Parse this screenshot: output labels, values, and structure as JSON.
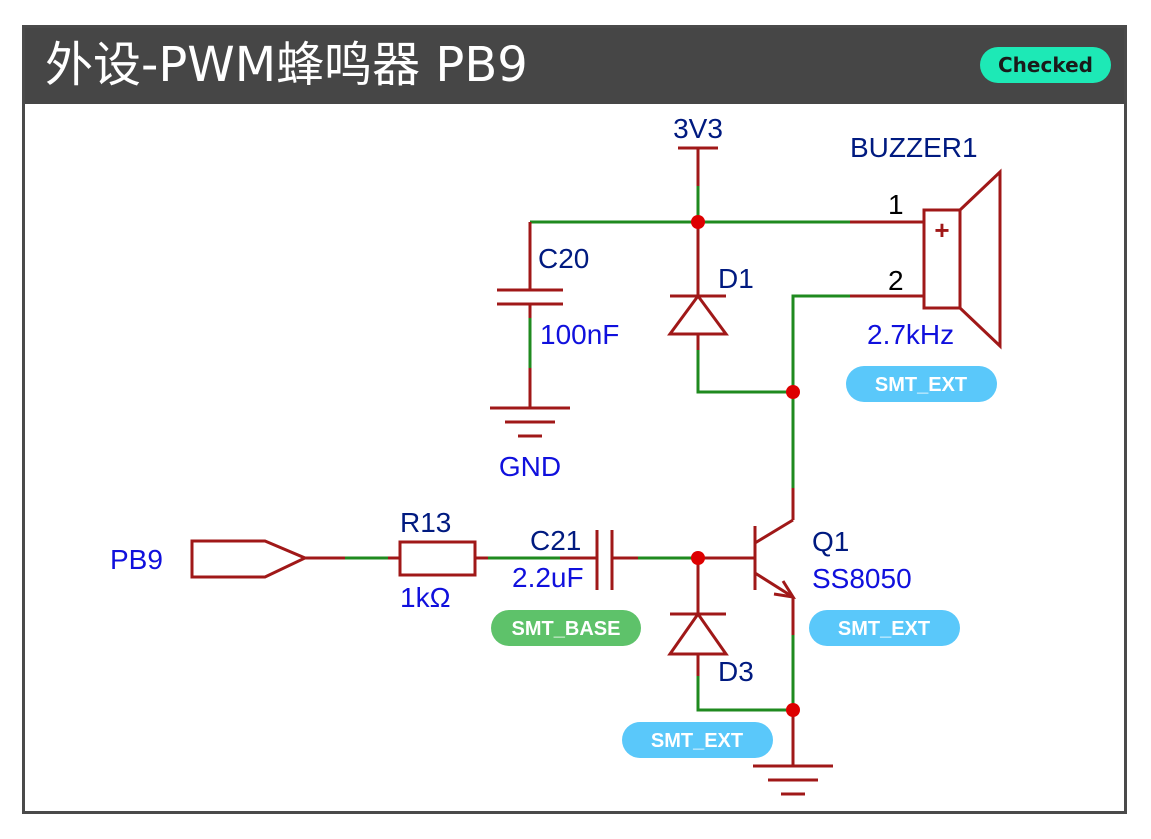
{
  "header": {
    "title": "外设-PWM蜂鸣器 PB9",
    "status": "Checked"
  },
  "colors": {
    "title_bar": "#464646",
    "status_badge": "#1de9b6",
    "wire": "#1f8a1f",
    "component": "#a01818",
    "junction": "#dd0000",
    "label_text": "#1010dd",
    "designator_text": "#001a80",
    "tag_blue": "#5ac8fa",
    "tag_green": "#5ec26a"
  },
  "power": {
    "vcc_label": "3V3",
    "gnd_label": "GND"
  },
  "components": {
    "c20": {
      "ref": "C20",
      "value": "100nF"
    },
    "d1": {
      "ref": "D1"
    },
    "buzzer": {
      "ref": "BUZZER1",
      "value": "2.7kHz",
      "pin1": "1",
      "pin2": "2",
      "plus": "+",
      "tag": "SMT_EXT"
    },
    "r13": {
      "ref": "R13",
      "value": "1kΩ"
    },
    "c21": {
      "ref": "C21",
      "value": "2.2uF",
      "tag": "SMT_BASE"
    },
    "q1": {
      "ref": "Q1",
      "value": "SS8050",
      "tag": "SMT_EXT"
    },
    "d3": {
      "ref": "D3",
      "tag": "SMT_EXT"
    }
  },
  "net_labels": {
    "input": "PB9"
  }
}
